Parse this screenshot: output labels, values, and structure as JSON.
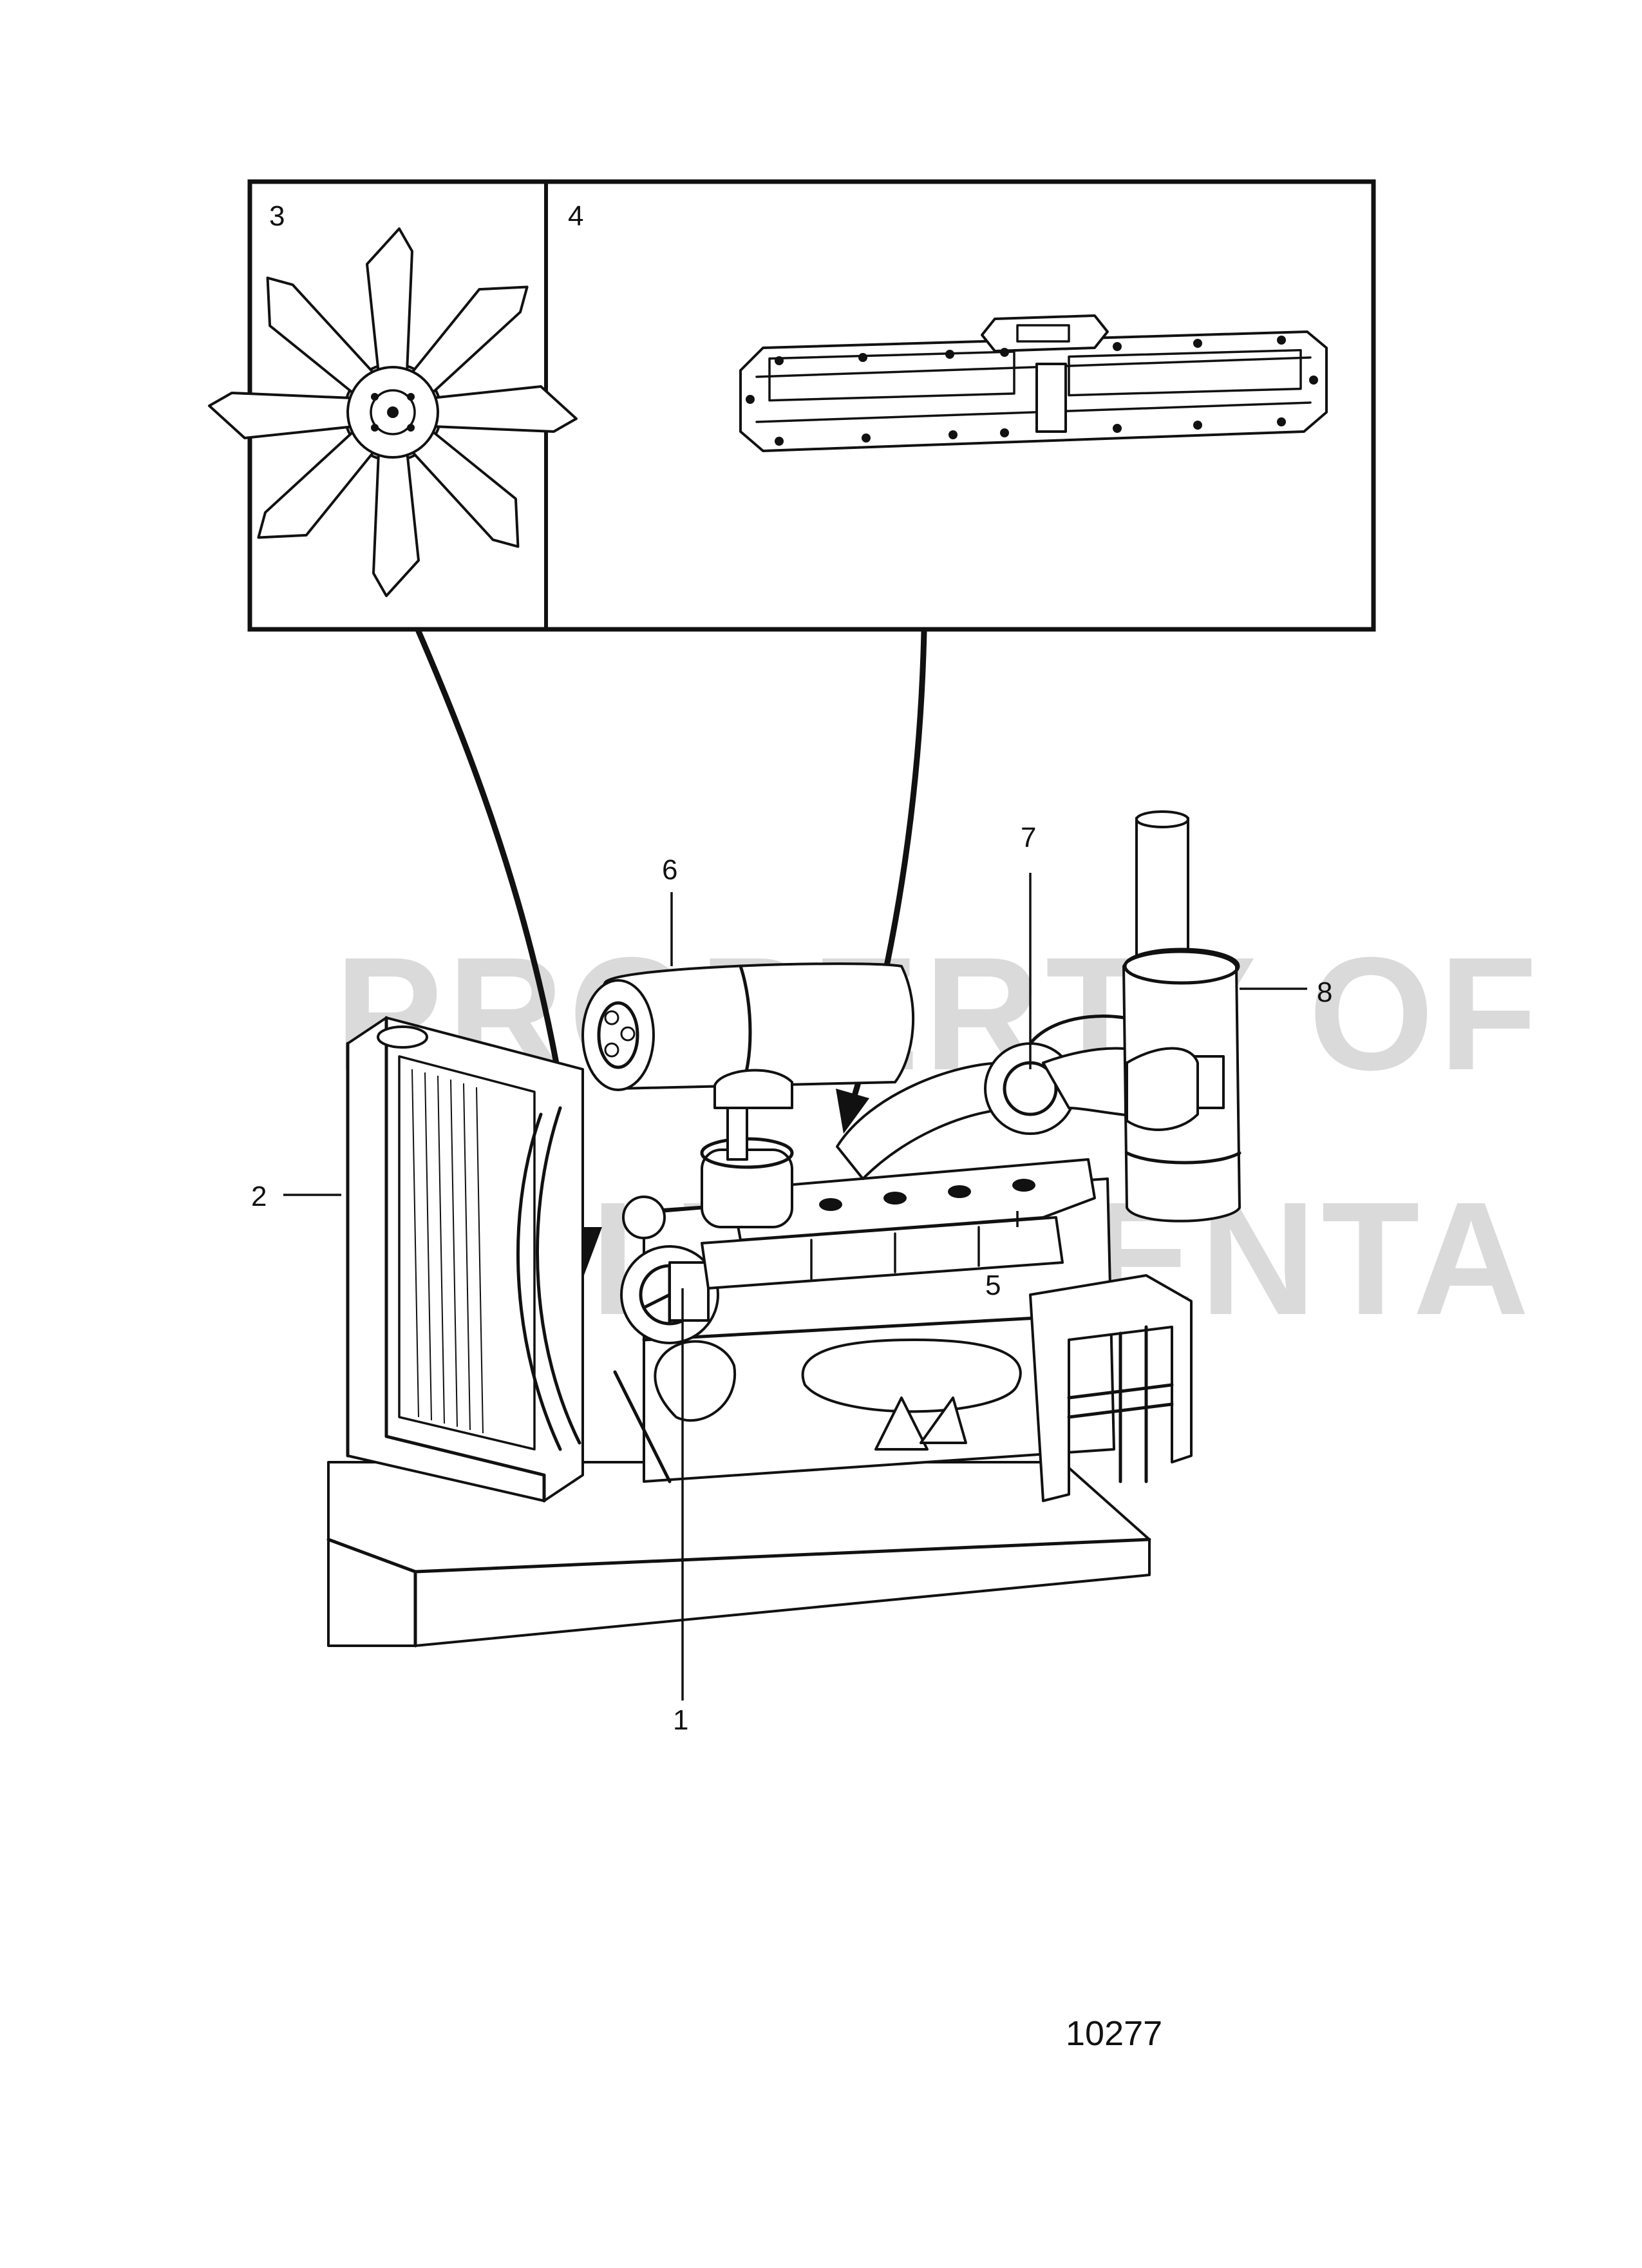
{
  "callouts": {
    "c1": "1",
    "c2": "2",
    "c3": "3",
    "c4": "4",
    "c5": "5",
    "c6": "6",
    "c7": "7",
    "c8": "8"
  },
  "figure_number": "10277",
  "watermark": {
    "line1": "PROPERTY OF",
    "line2": "VOLVO PENTA"
  }
}
